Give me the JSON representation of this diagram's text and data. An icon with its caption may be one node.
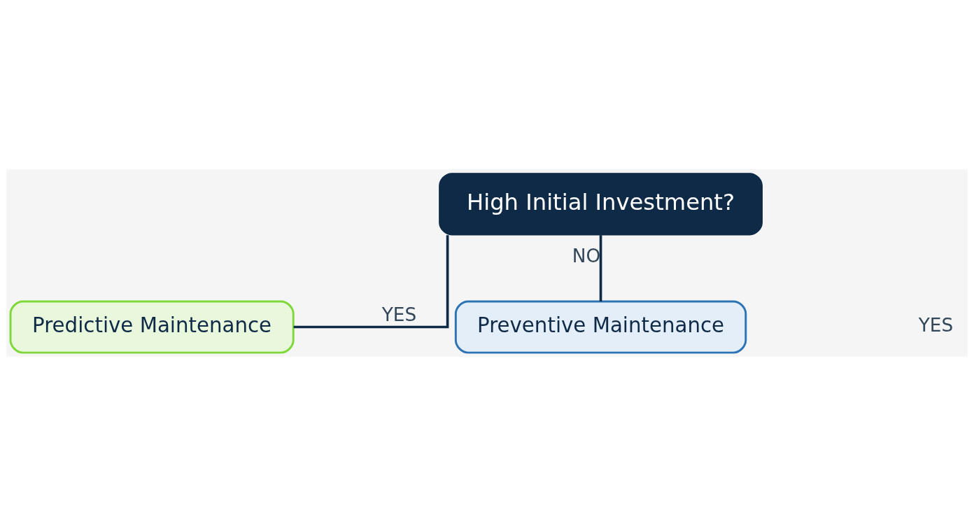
{
  "diagram": {
    "nodes": [
      {
        "text": [
          "High Initial Investment?"
        ]
      },
      {
        "text": [
          "Predictive Maintenance"
        ]
      },
      {
        "text": [
          "Preventive Maintenance"
        ]
      }
    ],
    "edges": [
      {
        "from": 0,
        "to": 1,
        "arrow": "none",
        "label": "YES"
      },
      {
        "from": 0,
        "to": 2,
        "arrow": "none",
        "label": "NO"
      }
    ],
    "labels": [
      "YES"
    ]
  }
}
